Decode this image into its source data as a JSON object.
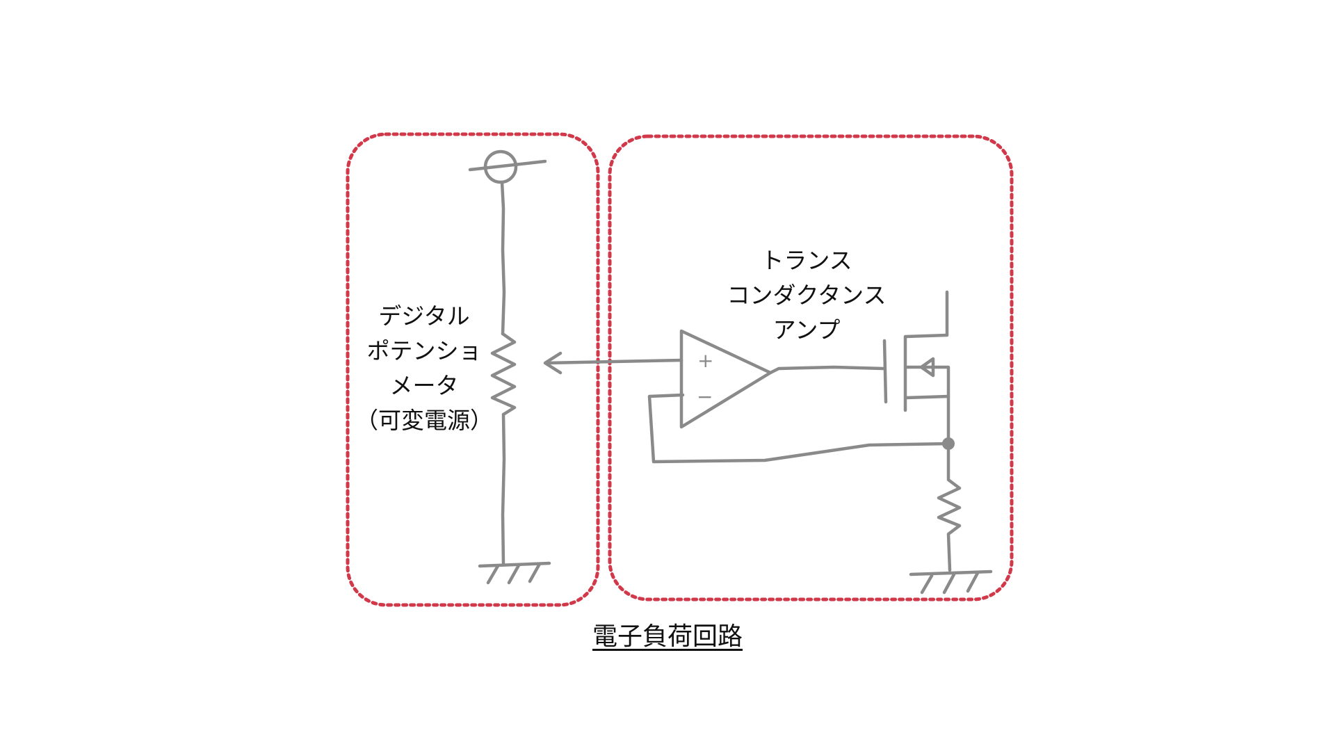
{
  "labels": {
    "potentiometer": [
      "デジタル",
      "ポテンショ",
      "メータ",
      "（可変電源）"
    ],
    "amplifier": [
      "トランス",
      "コンダクタンス",
      "アンプ"
    ],
    "caption": "電子負荷回路"
  },
  "opamp_symbols": {
    "plus": "+",
    "minus": "−"
  },
  "colors": {
    "box": "#d1394a",
    "wire": "#8a8a8a",
    "text": "#111111"
  }
}
